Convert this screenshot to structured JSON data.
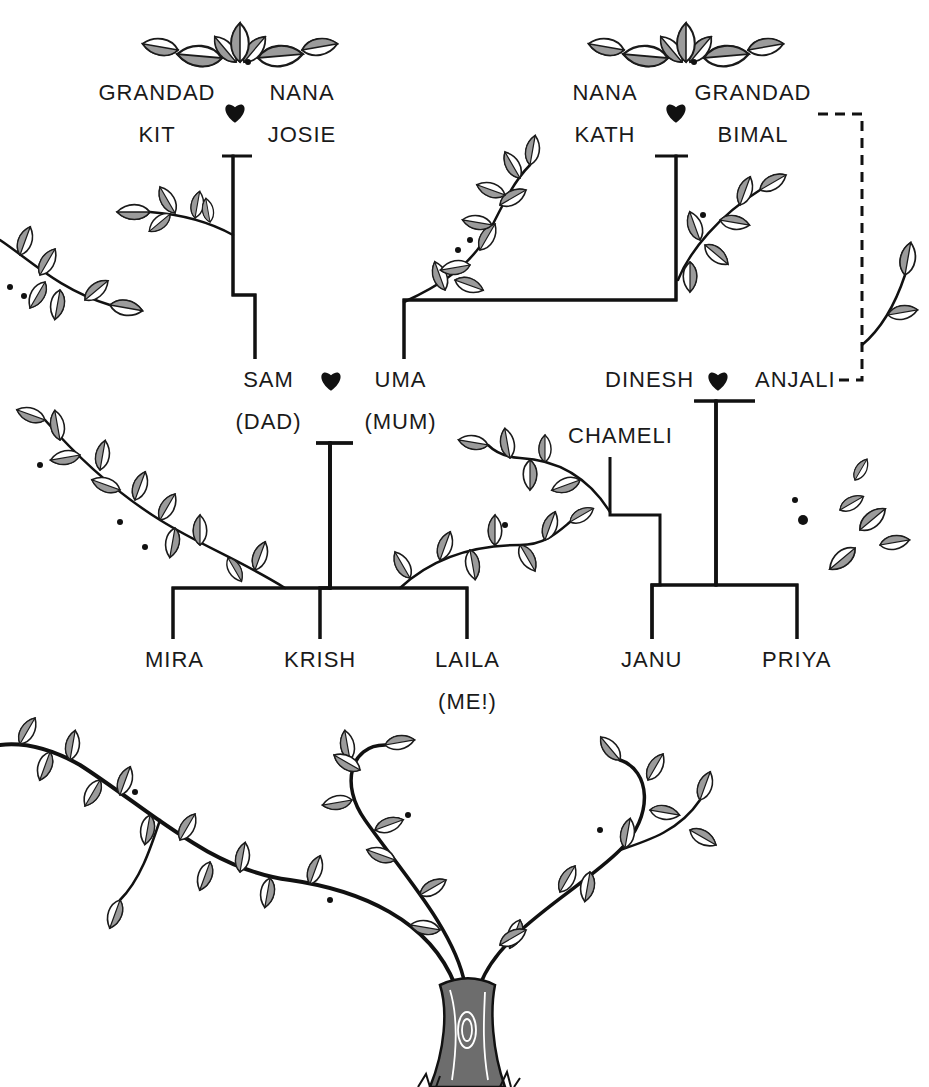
{
  "diagram": {
    "nodes": [
      {
        "text": [
          "GRANDAD KIT"
        ]
      },
      {
        "text": [
          "NANA JOSIE"
        ]
      },
      {
        "text": [
          "NANA KATH"
        ]
      },
      {
        "text": [
          "GRANDAD BIMAL"
        ]
      },
      {
        "text": [
          "SAM (DAD)"
        ]
      },
      {
        "text": [
          "UMA (MUM)"
        ]
      },
      {
        "text": [
          "DINESH"
        ]
      },
      {
        "text": [
          "ANJALI"
        ]
      },
      {
        "text": [
          "CHAMELI"
        ]
      },
      {
        "text": [
          "MIRA"
        ]
      },
      {
        "text": [
          "KRISH"
        ]
      },
      {
        "text": [
          "LAILA (ME!)"
        ]
      },
      {
        "text": [
          "JANU"
        ]
      },
      {
        "text": [
          "PRIYA"
        ]
      }
    ],
    "edges": [
      {
        "from": 0,
        "to": 4,
        "arrow": "none"
      },
      {
        "from": 1,
        "to": 4,
        "arrow": "none"
      },
      {
        "from": 2,
        "to": 5,
        "arrow": "none"
      },
      {
        "from": 3,
        "to": 5,
        "arrow": "none"
      },
      {
        "from": 3,
        "to": 7,
        "arrow": "none"
      },
      {
        "from": 4,
        "to": 9,
        "arrow": "none"
      },
      {
        "from": 4,
        "to": 10,
        "arrow": "none"
      },
      {
        "from": 4,
        "to": 11,
        "arrow": "none"
      },
      {
        "from": 5,
        "to": 9,
        "arrow": "none"
      },
      {
        "from": 5,
        "to": 10,
        "arrow": "none"
      },
      {
        "from": 5,
        "to": 11,
        "arrow": "none"
      },
      {
        "from": 6,
        "to": 12,
        "arrow": "none"
      },
      {
        "from": 6,
        "to": 13,
        "arrow": "none"
      },
      {
        "from": 7,
        "to": 12,
        "arrow": "none"
      },
      {
        "from": 7,
        "to": 13,
        "arrow": "none"
      },
      {
        "from": 8,
        "to": 12,
        "arrow": "none"
      }
    ]
  }
}
